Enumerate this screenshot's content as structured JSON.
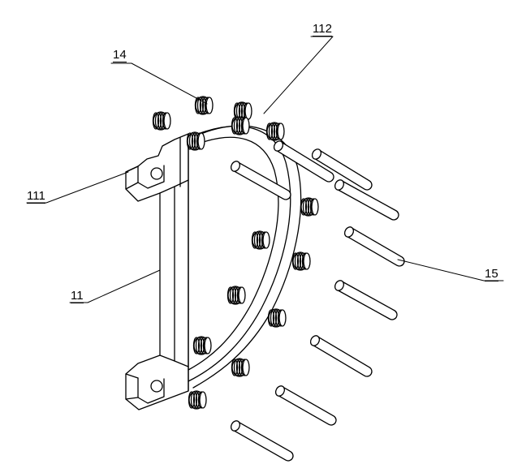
{
  "labels": {
    "frame": "11",
    "frame_slot": "111",
    "arc_ring": "112",
    "spring": "14",
    "pin": "15"
  },
  "colors": {
    "line": "#000000",
    "background": "#ffffff"
  }
}
